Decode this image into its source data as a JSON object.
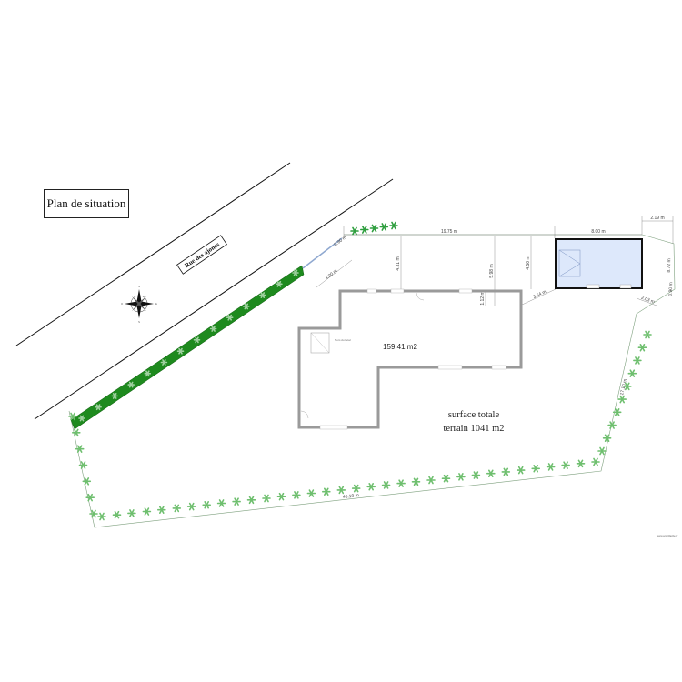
{
  "title": "Plan de situation",
  "street_name": "Rue des ajoncs",
  "house_area": "159.41 m2",
  "total_label_line1": "surface totale",
  "total_label_line2": "terrain 1041 m2",
  "compass_letters": {
    "n": "N",
    "e": "E",
    "s": "S",
    "w": "O"
  },
  "dimensions": {
    "top_left_segment": "19.75 m",
    "top_right_segment": "8.00 m",
    "far_right": "2.19 m",
    "house_north_offset": "4.31 m",
    "mid_offset": "5.98 m",
    "garage_offset": "4.50 m",
    "small_offset": "1.12 m",
    "garage_diag": "3.64 m",
    "gate_width": "4.00 m",
    "gate_small": "0.90 m",
    "right_upper": "8.72 m",
    "right_mid": "0.90 m",
    "right_small": "2.03 m",
    "right_long": "17.10 m",
    "bottom_long": "46.19 m"
  },
  "house_label_small": "Nom du local",
  "watermark": "www.archifacile.fr",
  "colors": {
    "hedge": "#1e8a1e",
    "wall": "#9a9a9a",
    "garage_fill": "#dde8fb",
    "garage_stroke": "#111111",
    "boundary": "#7ea07e",
    "dimension_line": "#777777",
    "road_line": "#111111"
  }
}
